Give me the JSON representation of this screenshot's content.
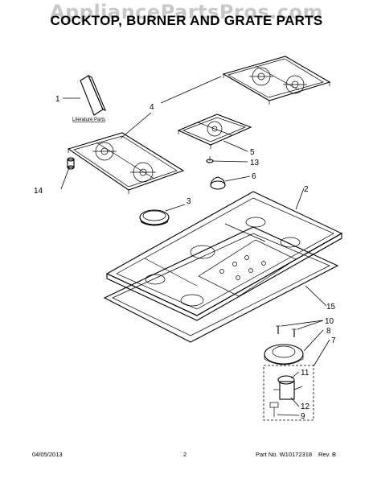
{
  "header": {
    "watermark": "AppliancePartsPros.com",
    "title": "COCKTOP, BURNER AND GRATE PARTS"
  },
  "diagram": {
    "literature_label": "Literature Parts",
    "callouts": [
      "1",
      "4",
      "5",
      "13",
      "6",
      "14",
      "3",
      "2",
      "15",
      "10",
      "8",
      "7",
      "11",
      "12",
      "9"
    ]
  },
  "footer": {
    "date": "04/05/2013",
    "page": "2",
    "part_no": "Part No.  W10172318",
    "rev": "Rev. B"
  }
}
